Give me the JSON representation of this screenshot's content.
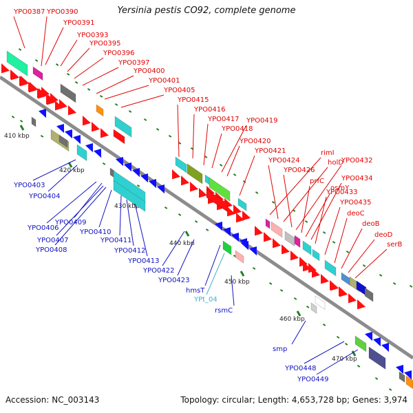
{
  "title": "Yersinia pestis CO92, complete genome",
  "footer": {
    "accession": "Accession: NC_003143",
    "summary": "Topology: circular; Length: 4,653,728 bp; Genes: 3,974"
  },
  "colors": {
    "backbone": "#8c8c8c",
    "forward_label": "#e00000",
    "reverse_label": "#1010c0",
    "trna_label": "#40b0d0",
    "tick": "#208020"
  },
  "ticks": [
    {
      "id": "t410",
      "text": "410 kbp"
    },
    {
      "id": "t420",
      "text": "420 kbp"
    },
    {
      "id": "t430",
      "text": "430 kbp"
    },
    {
      "id": "t440",
      "text": "440 kbp"
    },
    {
      "id": "t450",
      "text": "450 kbp"
    },
    {
      "id": "t460",
      "text": "460 kbp"
    },
    {
      "id": "t470",
      "text": "470 kbp"
    }
  ],
  "forward_genes": [
    "YPO0387",
    "YPO0390",
    "YPO0391",
    "YPO0393",
    "YPO0395",
    "YPO0396",
    "YPO0397",
    "YPO0400",
    "YPO0401",
    "YPO0405",
    "YPO0415",
    "YPO0416",
    "YPO0417",
    "YPO0418",
    "YPO0419",
    "YPO0420",
    "YPO0421",
    "rimI",
    "YPO0424",
    "holD",
    "YPO0426",
    "YPO0432",
    "prfC",
    "osmY",
    "YPO0434",
    "YPO0433",
    "YPO0435",
    "deoC",
    "deoB",
    "deoD",
    "serB"
  ],
  "reverse_genes": [
    "YPO0403",
    "YPO0404",
    "YPO0406",
    "YPO0409",
    "YPO0407",
    "YPO0408",
    "YPO0410",
    "YPO0411",
    "YPO0412",
    "YPO0413",
    "YPO0422",
    "YPO0423",
    "hmsT",
    "rsmC",
    "smp",
    "YPO0448",
    "YPO0449"
  ],
  "trna_genes": [
    "YPt_04"
  ]
}
